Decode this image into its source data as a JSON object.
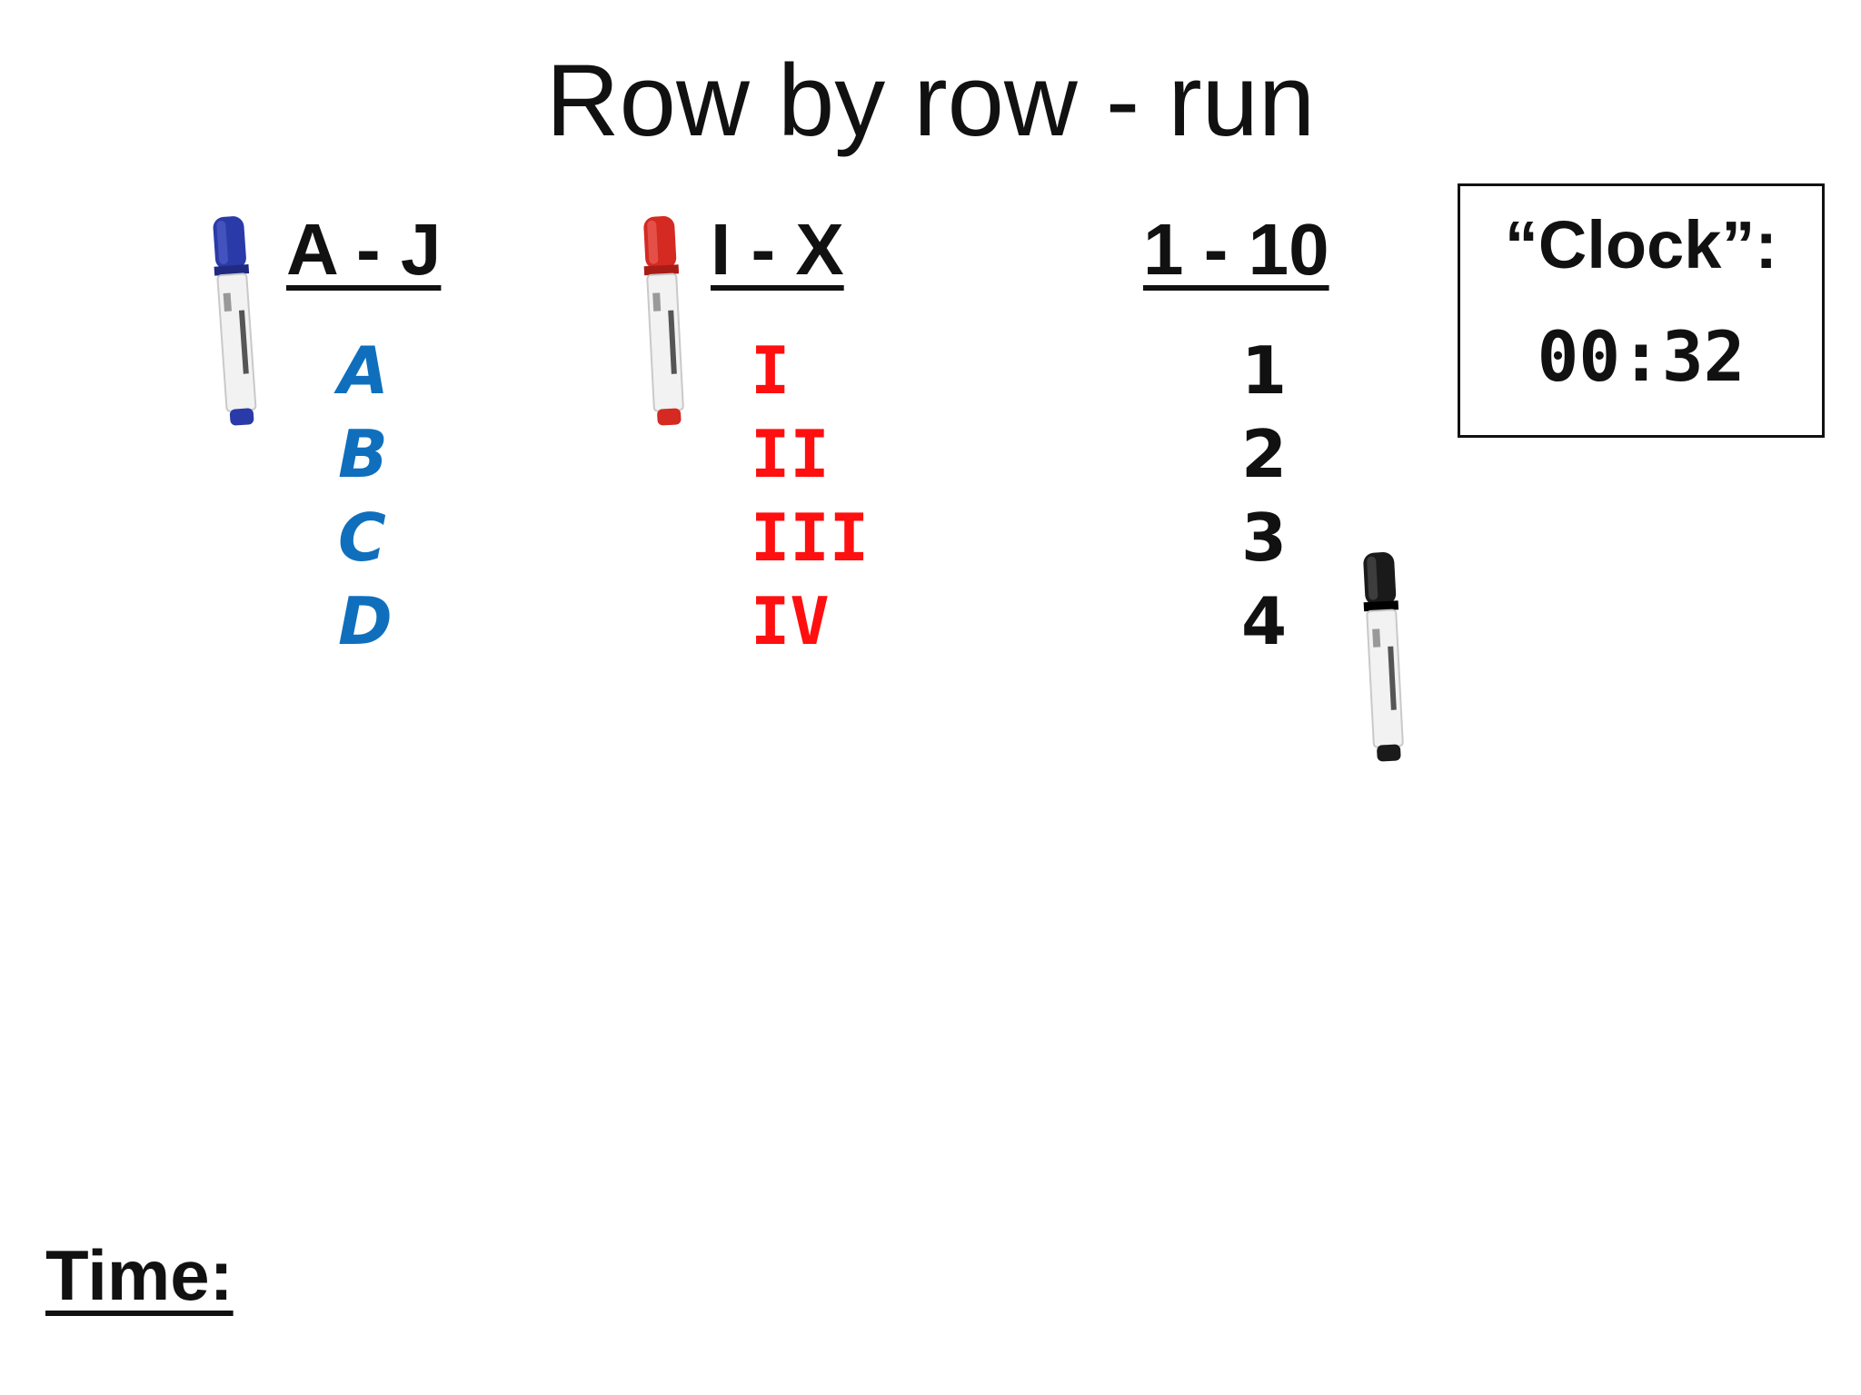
{
  "title": "Row by row - run",
  "headers": {
    "letters": "A - J",
    "roman": "I - X",
    "numbers": "1 - 10"
  },
  "columns": {
    "letters": [
      "A",
      "B",
      "C",
      "D"
    ],
    "roman": [
      "I",
      "II",
      "III",
      "IV"
    ],
    "numbers": [
      "1",
      "2",
      "3",
      "4"
    ]
  },
  "clock": {
    "label": "“Clock”:",
    "value": "00:32"
  },
  "time_label": "Time:",
  "colors": {
    "letters": "#0f6fbd",
    "roman": "#ff0f0f",
    "numbers": "#111111",
    "marker_blue": "#2a3aa8",
    "marker_red": "#d42a22",
    "marker_black": "#1a1a1a"
  },
  "icons": [
    "blue-marker-icon",
    "red-marker-icon",
    "black-marker-icon"
  ]
}
